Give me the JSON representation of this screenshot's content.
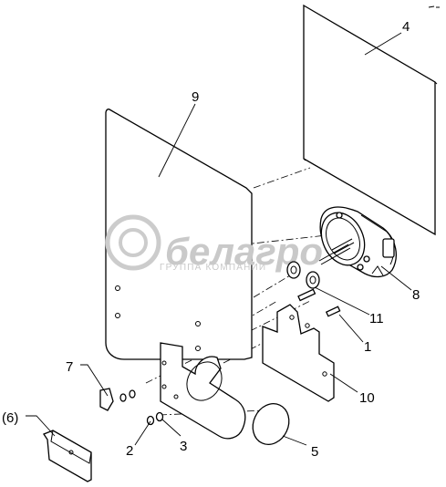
{
  "diagram": {
    "watermark": {
      "brand": "белагро",
      "tagline": "ГРУППА КОМПАНИЙ"
    },
    "callouts": [
      {
        "id": "4",
        "label": "4"
      },
      {
        "id": "9",
        "label": "9"
      },
      {
        "id": "8",
        "label": "8"
      },
      {
        "id": "11",
        "label": "11"
      },
      {
        "id": "1",
        "label": "1"
      },
      {
        "id": "10",
        "label": "10"
      },
      {
        "id": "7",
        "label": "7"
      },
      {
        "id": "6",
        "label": "(6)"
      },
      {
        "id": "2",
        "label": "2"
      },
      {
        "id": "3",
        "label": "3"
      },
      {
        "id": "5",
        "label": "5"
      }
    ]
  }
}
